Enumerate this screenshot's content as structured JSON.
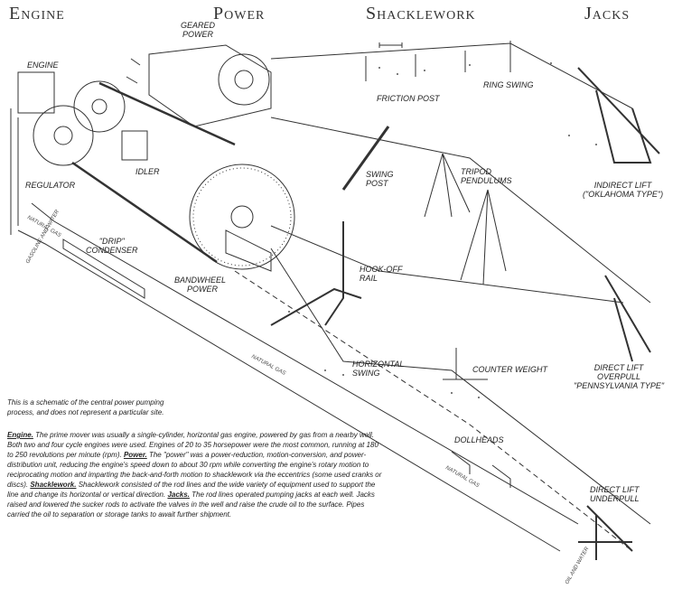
{
  "headers": {
    "engine": "Engine",
    "power": "Power",
    "shacklework": "Shacklework",
    "jacks": "Jacks"
  },
  "labels": {
    "engine": "ENGINE",
    "geared_power_1": "GEARED",
    "geared_power_2": "POWER",
    "friction_post": "FRICTION POST",
    "ring_swing": "RING SWING",
    "idler": "IDLER",
    "regulator": "REGULATOR",
    "swing_post_1": "SWING",
    "swing_post_2": "POST",
    "tripod_1": "TRIPOD",
    "tripod_2": "PENDULUMS",
    "indirect_1": "INDIRECT LIFT",
    "indirect_2": "(\"OKLAHOMA TYPE\")",
    "drip_1": "\"DRIP\"",
    "drip_2": "CONDENSER",
    "hookoff_1": "HOOK-OFF",
    "hookoff_2": "RAIL",
    "bandwheel_1": "BANDWHEEL",
    "bandwheel_2": "POWER",
    "overpull_1": "DIRECT LIFT",
    "overpull_2": "OVERPULL",
    "overpull_3": "\"PENNSYLVANIA TYPE\"",
    "horizontal_1": "HORIZONTAL",
    "horizontal_2": "SWING",
    "counter_weight": "COUNTER WEIGHT",
    "dollheads": "DOLLHEADS",
    "underpull_1": "DIRECT LIFT",
    "underpull_2": "UNDERPULL",
    "natural_gas_1": "NATURAL GAS",
    "natural_gas_2": "NATURAL GAS",
    "natural_gas_3": "NATURAL GAS",
    "gasoline_water": "GASOLINE AND WATER",
    "oil_water": "OIL AND WATER"
  },
  "caption": {
    "line1": "This is a schematic of the central power pumping",
    "line2": "process, and does not represent a particular site."
  },
  "description": {
    "engine_term": "Engine.",
    "engine_text": " The prime mover was usually a single-cylinder, horizontal gas engine, powered by gas from a nearby well. Both two and four cycle engines were used. Engines of 20 to 35 horsepower were the most common, running at 180 to 250 revolutions per minute (rpm). ",
    "power_term": "Power.",
    "power_text": " The \"power\" was a power-reduction, motion-conversion, and power-distribution unit, reducing the engine's speed down to about 30 rpm while converting the engine's rotary motion to reciprocating motion and imparting the back-and-forth motion to shacklework via the eccentrics (some used cranks or discs). ",
    "shacklework_term": "Shacklework.",
    "shacklework_text": " Shacklework consisted of the rod lines and the wide variety of equipment used to support the line and change its horizontal or vertical direction. ",
    "jacks_term": "Jacks.",
    "jacks_text": " The rod lines operated pumping jacks at each well. Jacks raised and lowered the sucker rods to activate the valves in the well and raise the crude oil to the surface. Pipes carried the oil to separation or storage tanks to await further shipment."
  }
}
